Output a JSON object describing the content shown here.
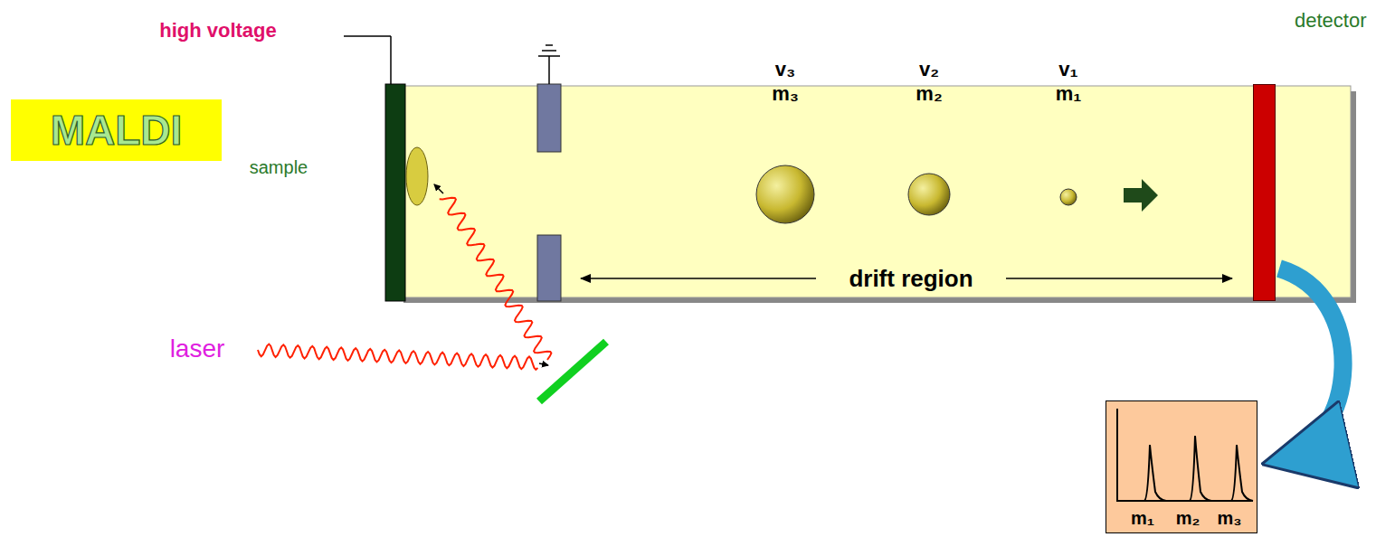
{
  "diagram": {
    "nodes": [
      {
        "text": [
          "MALDI"
        ]
      },
      {
        "text": [
          "detector"
        ]
      },
      {
        "text": [
          "m₁",
          "m₂",
          "m₃"
        ]
      }
    ],
    "edges": [
      {
        "from": 1,
        "to": 2,
        "arrow": "to"
      }
    ],
    "labels": [
      "high voltage",
      "sample",
      "laser",
      "v₃",
      "m₃",
      "v₂",
      "m₂",
      "v₁",
      "m₁",
      "drift region"
    ]
  }
}
